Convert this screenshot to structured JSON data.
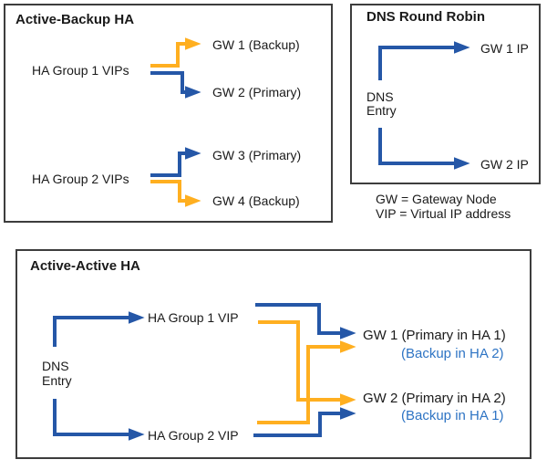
{
  "colors": {
    "primary_blue": "#2557A7",
    "backup_orange": "#FFAF20",
    "backup_label_blue": "#2E74C4",
    "box_border": "#3D3D3D",
    "text": "#1A1A1A"
  },
  "active_backup_panel": {
    "title": "Active-Backup HA",
    "group1": {
      "label": "HA Group 1 VIPs",
      "backup_target": "GW 1 (Backup)",
      "primary_target": "GW 2 (Primary)"
    },
    "group2": {
      "label": "HA Group 2 VIPs",
      "primary_target": "GW 3 (Primary)",
      "backup_target": "GW 4 (Backup)"
    }
  },
  "dns_round_robin_panel": {
    "title": "DNS Round Robin",
    "dns_label_line1": "DNS",
    "dns_label_line2": "Entry",
    "target1": "GW 1 IP",
    "target2": "GW 2 IP"
  },
  "legend": {
    "gw_definition": "GW = Gateway Node",
    "vip_definition": "VIP = Virtual IP address"
  },
  "active_active_panel": {
    "title": "Active-Active HA",
    "dns_label_line1": "DNS",
    "dns_label_line2": "Entry",
    "vip1": "HA Group 1 VIP",
    "vip2": "HA Group 2 VIP",
    "gw1_primary": "GW 1 (Primary in HA 1)",
    "gw1_backup": "(Backup in HA 2)",
    "gw2_primary": "GW 2 (Primary in HA 2)",
    "gw2_backup": "(Backup in HA 1)"
  }
}
